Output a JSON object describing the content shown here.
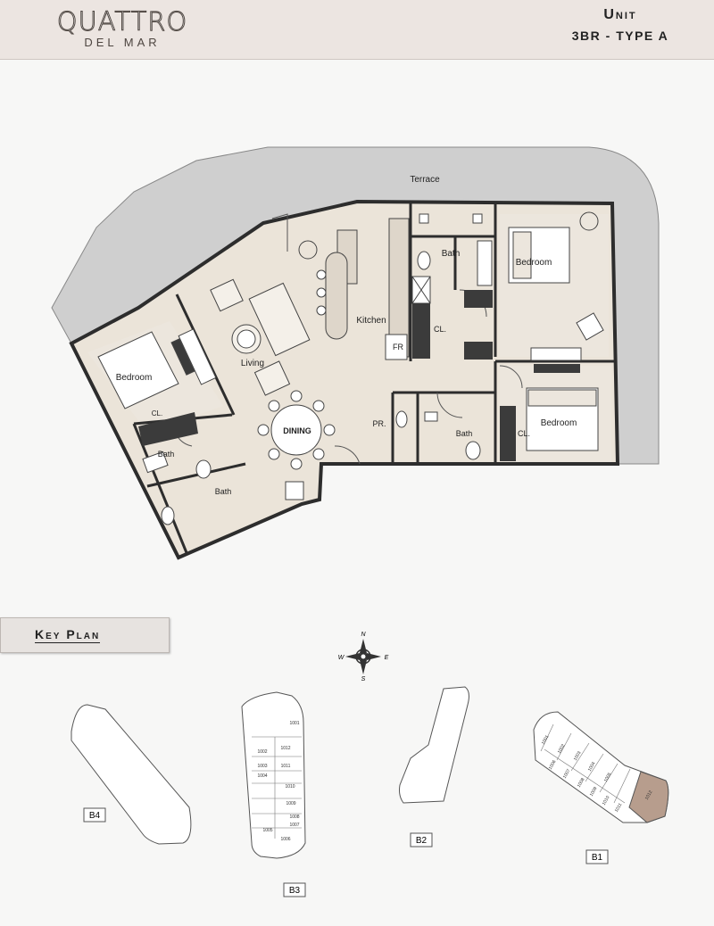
{
  "header": {
    "brand_main": "QUATTRO",
    "brand_sub": "DEL MAR",
    "unit_title": "Unit",
    "unit_type": "3BR - TYPE A"
  },
  "floorplan": {
    "rooms": {
      "terrace": "Terrace",
      "bath_top": "Bath",
      "bedroom_top_right": "Bedroom",
      "kitchen": "Kitchen",
      "living": "Living",
      "bedroom_left": "Bedroom",
      "cl_left": "CL.",
      "fr": "FR",
      "cl_mid": "CL.",
      "bedroom_right": "Bedroom",
      "cl_right": "CL.",
      "dining": "DINING",
      "pr": "PR.",
      "bath_mid": "Bath",
      "bath_left_top": "Bath",
      "bath_left_bottom": "Bath"
    }
  },
  "key_plan": {
    "label": "Key Plan",
    "compass": {
      "n": "N",
      "e": "E",
      "s": "S",
      "w": "W"
    },
    "buildings": {
      "b1": "B1",
      "b2": "B2",
      "b3": "B3",
      "b4": "B4"
    },
    "b3_units": [
      "1001",
      "1002",
      "1003",
      "1004",
      "1012",
      "1011",
      "1010",
      "1009",
      "1008",
      "1007",
      "1006",
      "1005"
    ],
    "b1_units": [
      "1001",
      "1002",
      "1003",
      "1004",
      "1005",
      "1006",
      "1007",
      "1008",
      "1009",
      "1010",
      "1011",
      "1012"
    ],
    "highlight_color": "#b79d8d"
  }
}
